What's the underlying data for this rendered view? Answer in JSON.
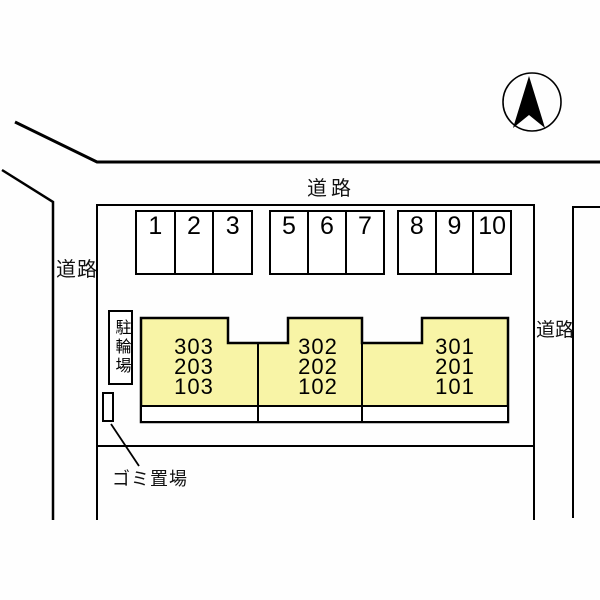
{
  "colors": {
    "line": "#000000",
    "building_fill": "#f8f4a6",
    "background": "#fefefe"
  },
  "roads": {
    "top_label": "道路",
    "left_label": "道路",
    "right_label": "道路"
  },
  "parking": {
    "groups": [
      {
        "spaces": [
          "1",
          "2",
          "3"
        ]
      },
      {
        "spaces": [
          "5",
          "6",
          "7"
        ]
      },
      {
        "spaces": [
          "8",
          "9",
          "10"
        ]
      }
    ]
  },
  "building": {
    "units": [
      {
        "rooms": [
          "303",
          "203",
          "103"
        ]
      },
      {
        "rooms": [
          "302",
          "202",
          "102"
        ]
      },
      {
        "rooms": [
          "301",
          "201",
          "101"
        ]
      }
    ]
  },
  "facilities": {
    "bicycle_parking": "駐輪場",
    "garbage_area": "ゴミ置場"
  }
}
